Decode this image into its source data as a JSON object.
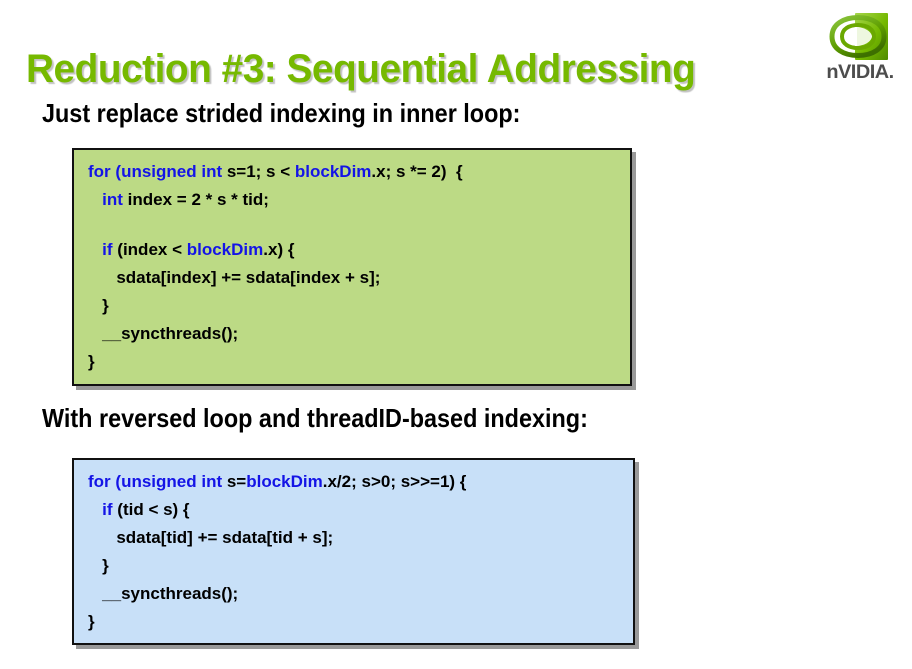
{
  "slide": {
    "title": "Reduction #3: Sequential Addressing",
    "title_color": "#76b900",
    "background": "#ffffff"
  },
  "logo": {
    "name": "nvidia-logo",
    "wordmark": "nVIDIA.",
    "eye_icon": "nvidia-eye-icon",
    "green": "#76b900"
  },
  "headings": {
    "first": "Just replace strided indexing in inner loop:",
    "second": "With reversed loop and threadID-based indexing:"
  },
  "code_blocks": [
    {
      "name": "strided-indexing-code",
      "background": "#bcda85",
      "border": "#111111",
      "lines": [
        {
          "indent": 0,
          "tokens": [
            {
              "t": "for ",
              "c": "kw"
            },
            {
              "t": "(",
              "c": "kw"
            },
            {
              "t": "unsigned int",
              "c": "kw"
            },
            {
              "t": " s=1; s < ",
              "c": "plain"
            },
            {
              "t": "blockDim",
              "c": "idn"
            },
            {
              "t": ".x; s *= 2)  {",
              "c": "plain"
            }
          ]
        },
        {
          "indent": 1,
          "tokens": [
            {
              "t": "int",
              "c": "kw"
            },
            {
              "t": " index = 2 * s * tid;",
              "c": "plain"
            }
          ]
        },
        {
          "indent": 0,
          "tokens": [
            {
              "t": "",
              "c": "plain"
            }
          ]
        },
        {
          "indent": 1,
          "tokens": [
            {
              "t": "if",
              "c": "kw"
            },
            {
              "t": " (index < ",
              "c": "plain"
            },
            {
              "t": "blockDim",
              "c": "idn"
            },
            {
              "t": ".x) {",
              "c": "plain"
            }
          ]
        },
        {
          "indent": 2,
          "tokens": [
            {
              "t": "sdata[index] += sdata[index + s];",
              "c": "plain"
            }
          ]
        },
        {
          "indent": 1,
          "tokens": [
            {
              "t": "}",
              "c": "plain"
            }
          ]
        },
        {
          "indent": 1,
          "tokens": [
            {
              "t": "__syncthreads();",
              "c": "plain"
            }
          ]
        },
        {
          "indent": 0,
          "tokens": [
            {
              "t": "}",
              "c": "plain"
            }
          ]
        }
      ]
    },
    {
      "name": "reversed-loop-code",
      "background": "#c8e0f8",
      "border": "#111111",
      "lines": [
        {
          "indent": 0,
          "tokens": [
            {
              "t": "for ",
              "c": "kw"
            },
            {
              "t": "(",
              "c": "kw"
            },
            {
              "t": "unsigned int",
              "c": "kw"
            },
            {
              "t": " s=",
              "c": "plain"
            },
            {
              "t": "blockDim",
              "c": "idn"
            },
            {
              "t": ".x/2; s>0; s>>=1) {",
              "c": "plain"
            }
          ]
        },
        {
          "indent": 1,
          "tokens": [
            {
              "t": "if",
              "c": "kw"
            },
            {
              "t": " (tid < s) {",
              "c": "plain"
            }
          ]
        },
        {
          "indent": 2,
          "tokens": [
            {
              "t": "sdata[tid] += sdata[tid + s];",
              "c": "plain"
            }
          ]
        },
        {
          "indent": 1,
          "tokens": [
            {
              "t": "}",
              "c": "plain"
            }
          ]
        },
        {
          "indent": 1,
          "tokens": [
            {
              "t": "__syncthreads();",
              "c": "plain"
            }
          ]
        },
        {
          "indent": 0,
          "tokens": [
            {
              "t": "}",
              "c": "plain"
            }
          ]
        }
      ]
    }
  ]
}
